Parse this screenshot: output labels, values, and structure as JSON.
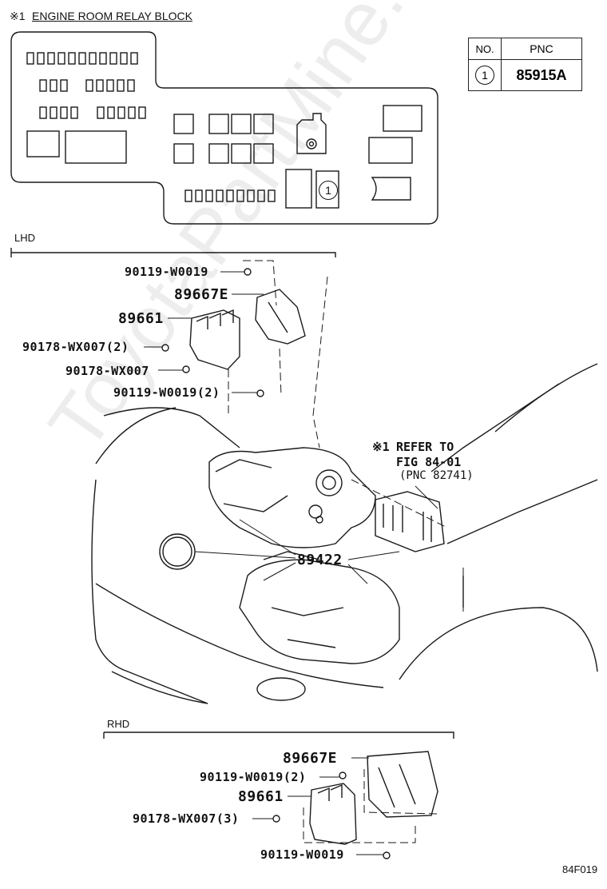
{
  "relay_block": {
    "title_marker": "※1",
    "title": "ENGINE ROOM RELAY BLOCK",
    "callout": "1"
  },
  "pnc_table": {
    "col_no": "NO.",
    "col_pnc": "PNC",
    "row_no": "1",
    "row_pnc": "85915A"
  },
  "lhd": {
    "label": "LHD",
    "parts": {
      "bolt_top": "90119-W0019",
      "bracket": "89667E",
      "ecu": "89661",
      "nut_pair": "90178-WX007(2)",
      "nut": "90178-WX007",
      "bolt_pair": "90119-W0019(2)"
    }
  },
  "engine": {
    "refer_marker": "※1",
    "refer_line1": "REFER TO",
    "refer_line2": "FIG 84-01",
    "refer_line3": "(PNC 82741)",
    "sensor": "89422"
  },
  "rhd": {
    "label": "RHD",
    "parts": {
      "bracket": "89667E",
      "bolt_pair": "90119-W0019(2)",
      "ecu": "89661",
      "nut_triple": "90178-WX007(3)",
      "bolt": "90119-W0019"
    }
  },
  "figure_code": "84F019",
  "watermark": "ToyotaPartMine.ru"
}
